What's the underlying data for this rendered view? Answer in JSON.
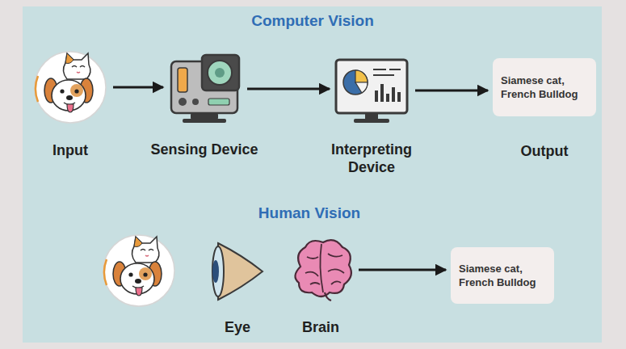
{
  "diagram": {
    "nodes": [
      {
        "text": [
          "Input"
        ]
      },
      {
        "text": [
          "Sensing Device"
        ]
      },
      {
        "text": [
          "Interpreting Device"
        ]
      },
      {
        "text": [
          "Siamese cat, French Bulldog",
          "Output"
        ]
      },
      {
        "text": [
          "Eye"
        ]
      },
      {
        "text": [
          "Brain"
        ]
      },
      {
        "text": [
          "Siamese cat, French Bulldog"
        ]
      }
    ],
    "edges": [
      {
        "from": 0,
        "to": 1,
        "arrow": "to"
      },
      {
        "from": 1,
        "to": 2,
        "arrow": "to"
      },
      {
        "from": 2,
        "to": 3,
        "arrow": "to"
      },
      {
        "from": 5,
        "to": 6,
        "arrow": "to"
      }
    ],
    "labels": [
      "Computer Vision",
      "Human Vision"
    ]
  }
}
